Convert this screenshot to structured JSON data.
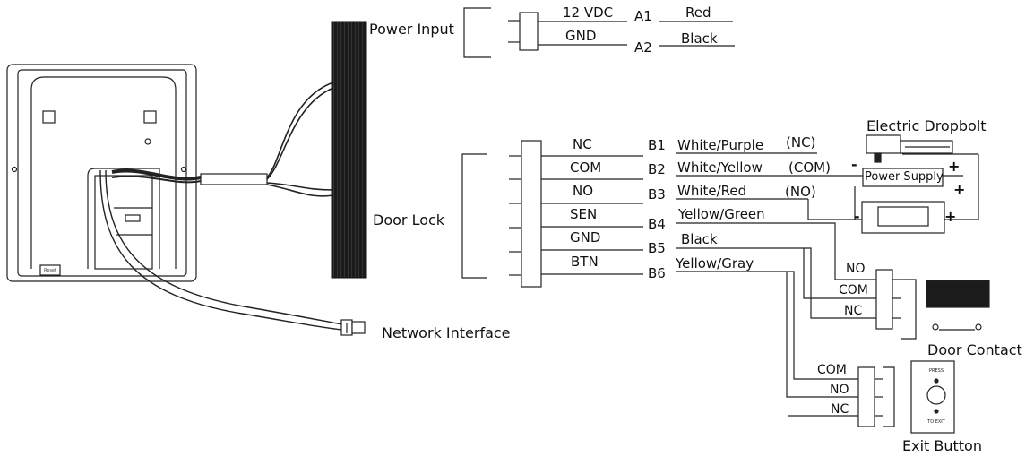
{
  "power": {
    "title": "Power Input",
    "rows": [
      {
        "signal": "12 VDC",
        "pin": "A1",
        "color": "Red"
      },
      {
        "signal": "GND",
        "pin": "A2",
        "color": "Black"
      }
    ]
  },
  "door_lock": {
    "title": "Door Lock",
    "rows": [
      {
        "signal": "NC",
        "pin": "B1",
        "color": "White/Purple"
      },
      {
        "signal": "COM",
        "pin": "B2",
        "color": "White/Yellow"
      },
      {
        "signal": "NO",
        "pin": "B3",
        "color": "White/Red"
      },
      {
        "signal": "SEN",
        "pin": "B4",
        "color": "Yellow/Green"
      },
      {
        "signal": "GND",
        "pin": "B5",
        "color": "Black"
      },
      {
        "signal": "BTN",
        "pin": "B6",
        "color": "Yellow/Gray"
      }
    ],
    "tags": {
      "nc": "(NC)",
      "com": "(COM)",
      "no": "(NO)"
    }
  },
  "electric_dropbolt": {
    "title": "Electric Dropbolt",
    "power_supply": "Power Supply",
    "minus": "-",
    "plus": "+"
  },
  "door_contact": {
    "title": "Door Contact",
    "terminals": [
      "NO",
      "COM",
      "NC"
    ]
  },
  "exit_button": {
    "title": "Exit Button",
    "terminals": [
      "COM",
      "NO",
      "NC"
    ],
    "press_label": "PRESS",
    "exit_label": "TO EXIT"
  },
  "network": {
    "label": "Network Interface"
  }
}
